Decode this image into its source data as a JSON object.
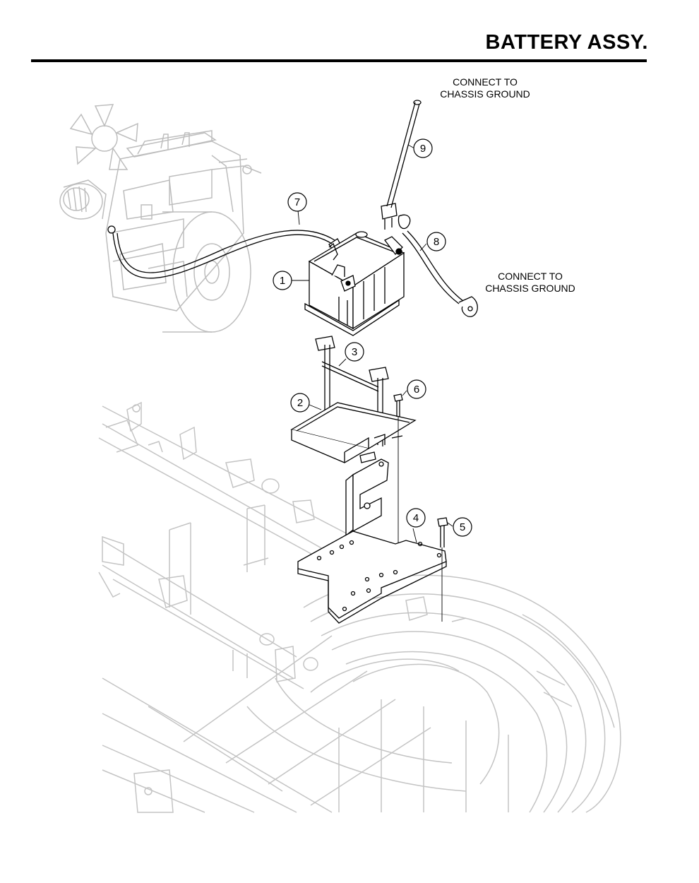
{
  "page": {
    "title": "BATTERY ASSY."
  },
  "notes": [
    {
      "line1": "CONNECT TO",
      "line2": "CHASSIS GROUND"
    },
    {
      "line1": "CONNECT TO",
      "line2": "CHASSIS GROUND"
    }
  ],
  "callouts": [
    "1",
    "2",
    "3",
    "4",
    "5",
    "6",
    "7",
    "8",
    "9"
  ]
}
